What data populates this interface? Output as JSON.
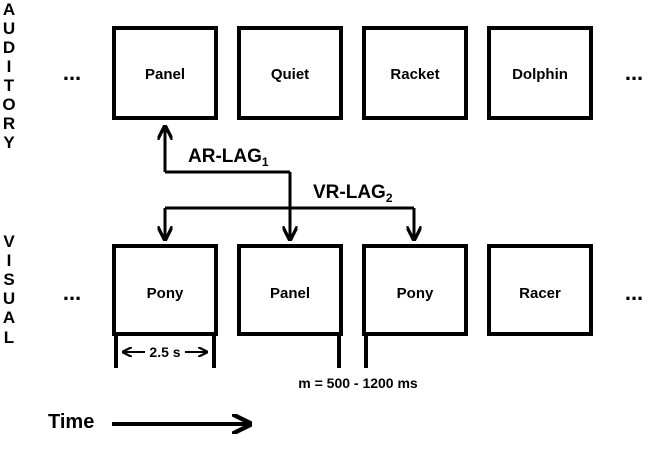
{
  "rows": {
    "auditory_label": [
      "A",
      "U",
      "D",
      "I",
      "T",
      "O",
      "R",
      "Y"
    ],
    "visual_label": [
      "V",
      "I",
      "S",
      "U",
      "A",
      "L"
    ]
  },
  "ellipsis": "...",
  "auditory_words": [
    "Panel",
    "Quiet",
    "Racket",
    "Dolphin"
  ],
  "visual_words": [
    "Pony",
    "Panel",
    "Pony",
    "Racer"
  ],
  "lags": {
    "ar_lag": {
      "text": "AR-LAG",
      "sub": "1"
    },
    "vr_lag": {
      "text": "VR-LAG",
      "sub": "2"
    }
  },
  "duration_label": "2.5 s",
  "interval_label": "m = 500 - 1200 ms",
  "time_label": "Time",
  "colors": {
    "ink": "#000000",
    "background": "#ffffff"
  }
}
